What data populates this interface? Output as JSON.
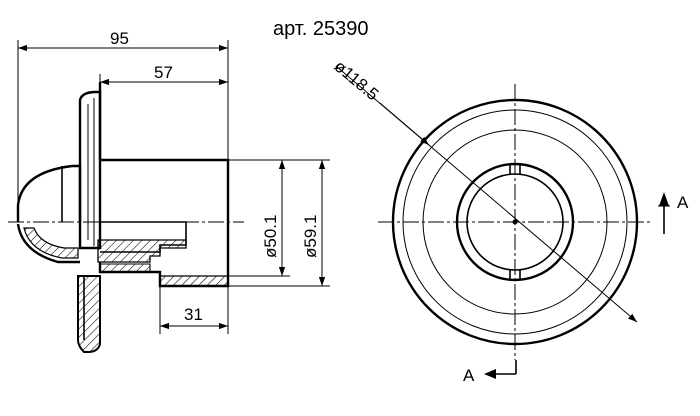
{
  "title": "арт. 25390",
  "dimensions": {
    "overall_length": "95",
    "body_length": "57",
    "flange_offset": "31",
    "inner_diameter": "ø50.1",
    "outer_diameter": "ø59.1",
    "face_diameter": "ø118.5"
  },
  "section_markers": {
    "right": "A",
    "bottom": "A"
  }
}
